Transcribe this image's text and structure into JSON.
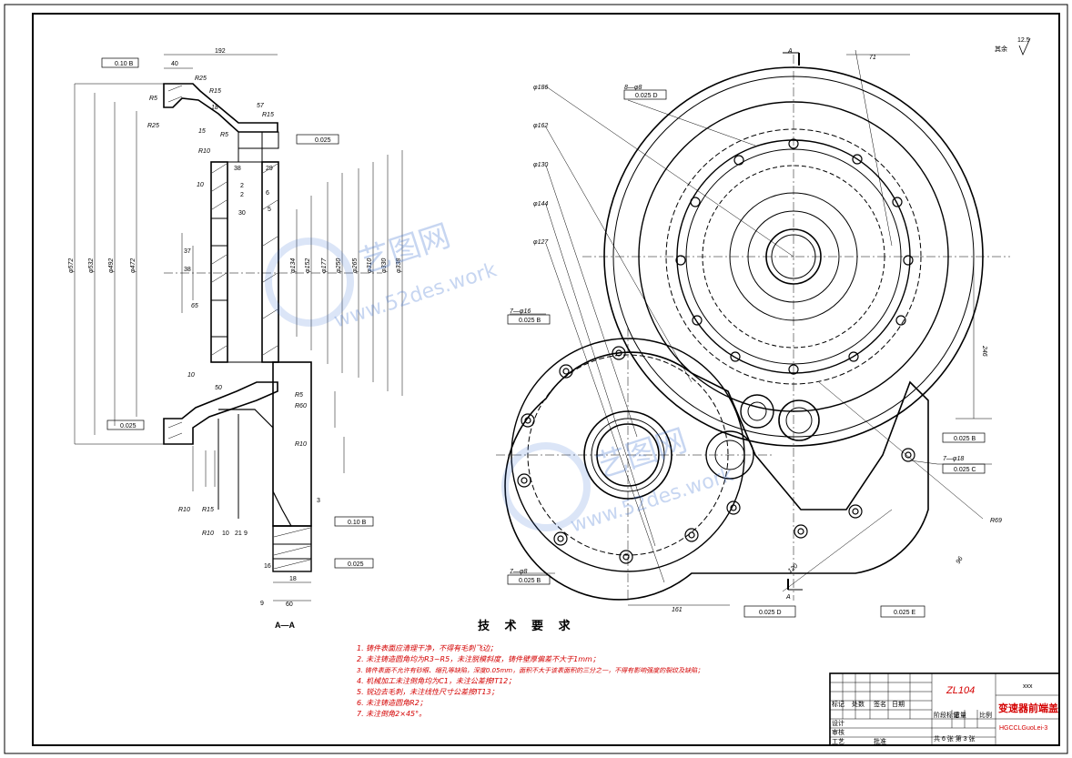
{
  "section_label": "A—A",
  "roughness": {
    "symbol_text": "其余",
    "value": "12.5"
  },
  "section_marker": "A",
  "tech_requirements": {
    "title": "技 术 要 求",
    "items": [
      "1. 铸件表面应清理干净，不得有毛刺飞边；",
      "2. 未注铸造圆角均为R3~R5，未注脱模斜度，铸件壁厚偏差不大于1mm；",
      "3. 铸件表面不允许有砂眼、缩孔等缺陷，深度0.05mm，面积不大于该表面积的三分之一，不得有影响强度的裂纹及缺陷；",
      "4. 机械加工未注倒角均为C1，未注公差按IT12；",
      "5. 锐边去毛刺，未注线性尺寸公差按IT13；",
      "6. 未注铸造圆角R2；",
      "7. 未注倒角2×45°。"
    ]
  },
  "title_block": {
    "material": "ZL104",
    "part_name": "变速器前端盖",
    "drawing_no": "HGCCLGuoLei-3",
    "scale_label": "比例",
    "sheet_text": "共 6 张  第 3 张",
    "design": "设计",
    "process": "工艺",
    "check": "审核",
    "approve": "批准",
    "mark": "标记",
    "count": "处数",
    "signature": "签名",
    "date": "日期",
    "stage_mark": "阶段标记",
    "weight": "重量",
    "ratio": "比例",
    "code": "xxx"
  },
  "watermark": {
    "cn": "艺图网",
    "url": "www.52des.work"
  },
  "dimensions_left": {
    "top": "192",
    "w40": "40",
    "r25a": "R25",
    "r15": "R15",
    "r5a": "R5",
    "r25b": "R25",
    "d18": "18",
    "d57": "57",
    "r15b": "R15",
    "d15": "15",
    "r5b": "R5",
    "r10a": "R10",
    "d10a": "10",
    "d38": "38",
    "d29": "29",
    "d2": "2",
    "d2b": "2",
    "d6": "6",
    "d30": "30",
    "d5": "5",
    "d37": "37",
    "d38b": "38",
    "d65": "65",
    "dia572": "φ572",
    "dia532": "φ532",
    "dia492": "φ492",
    "dia472": "φ472",
    "dia134": "φ134",
    "dia152": "φ152",
    "dia177": "φ177",
    "dia250": "φ250",
    "dia265": "φ265",
    "dia310": "φ310",
    "dia330": "φ330",
    "dia338": "φ338",
    "d10b": "10",
    "d50": "50",
    "r5c": "R5",
    "r60": "R60",
    "r10b": "R10",
    "r15c": "R15",
    "r10c": "R10",
    "d10c": "10",
    "d21": "21",
    "d9": "9",
    "d16": "16",
    "d18b": "18",
    "d60": "60",
    "d3": "3",
    "d9b": "9",
    "gdt1": "0.10 B",
    "gdt2": "0.025",
    "gdt3": "0.025",
    "gdt4": "0.10 B",
    "gdt5": "0.025"
  },
  "dimensions_right": {
    "dia186": "φ186",
    "dia162": "φ162",
    "dia130": "φ130",
    "dia144": "φ144",
    "dia127": "φ127",
    "holes_top": "8—φ8",
    "tol_top": "0.025 D",
    "holes_left": "7—φ16",
    "tol_left": "0.025 B",
    "holes_bottom": "7—φ8",
    "tol_bottom": "0.025 B",
    "holes_right": "7—φ18",
    "tol_right1": "0.025 B",
    "tol_right2": "0.025 C",
    "d71": "71",
    "d246": "246",
    "r69": "R69",
    "d96": "96",
    "d161": "161",
    "d120": "120",
    "tol_bottom_mid": "0.025 D",
    "tol_bottom_right": "0.025 E"
  }
}
